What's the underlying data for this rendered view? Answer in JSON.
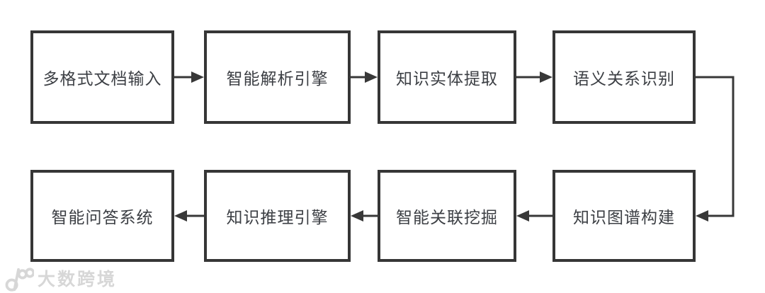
{
  "colors": {
    "background": "#ffffff",
    "border": "#363636",
    "line": "#383838",
    "text": "#3c3f44",
    "watermark": "#d7d7d7"
  },
  "flow": {
    "row1": [
      {
        "label": "多格式文档输入"
      },
      {
        "label": "智能解析引擎"
      },
      {
        "label": "知识实体提取"
      },
      {
        "label": "语义关系识别"
      }
    ],
    "row2": [
      {
        "label": "智能问答系统"
      },
      {
        "label": "知识推理引擎"
      },
      {
        "label": "智能关联挖掘"
      },
      {
        "label": "知识图谱构建"
      }
    ],
    "edges": [
      {
        "from": "多格式文档输入",
        "to": "智能解析引擎"
      },
      {
        "from": "智能解析引擎",
        "to": "知识实体提取"
      },
      {
        "from": "知识实体提取",
        "to": "语义关系识别"
      },
      {
        "from": "语义关系识别",
        "to": "知识图谱构建"
      },
      {
        "from": "知识图谱构建",
        "to": "智能关联挖掘"
      },
      {
        "from": "智能关联挖掘",
        "to": "知识推理引擎"
      },
      {
        "from": "知识推理引擎",
        "to": "智能问答系统"
      }
    ]
  },
  "watermark": {
    "logo": "100-logo",
    "text": "大数跨境"
  }
}
